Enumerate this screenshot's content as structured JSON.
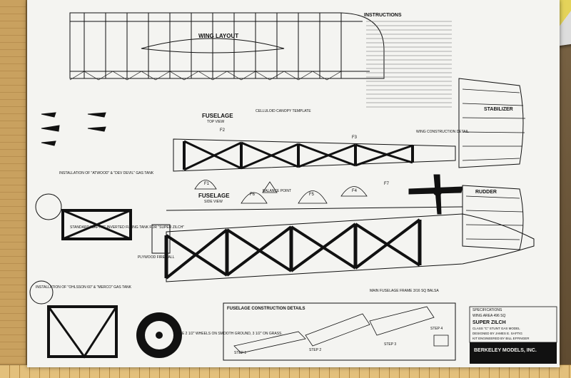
{
  "photo": {
    "colors": {
      "paper": "#f4f4f1",
      "ink": "#111111",
      "ruler": "#c9a15f",
      "table": "#6f5a3c"
    }
  },
  "plan": {
    "title_wing": "WING LAYOUT",
    "title_instructions": "INSTRUCTIONS",
    "title_fuselage_top": "FUSELAGE",
    "subtitle_fuselage_top": "TOP VIEW",
    "title_fuselage_side": "FUSELAGE",
    "subtitle_fuselage_side": "SIDE VIEW",
    "title_stabilizer": "STABILIZER",
    "title_rudder": "RUDDER",
    "title_wing_construction": "WING CONSTRUCTION DETAIL",
    "title_balance": "BALANCE POINT",
    "title_canopy": "CELLULOID CANOPY TEMPLATE",
    "title_construction_details": "FUSELAGE CONSTRUCTION DETAILS",
    "former_labels": [
      "F1",
      "F2",
      "F3",
      "F4",
      "F5",
      "F6",
      "F7"
    ],
    "model_name": "SUPER ZILCH",
    "model_desc": "CLASS \"C\" STUNT GAS MODEL",
    "designer": "DESIGNED BY JAMES E. SAFTIG",
    "engineer": "KIT ENGINEERED BY BILL EFFINGER",
    "brand": "BERKELEY MODELS, INC.",
    "specs": "SPECIFICATIONS",
    "wing_area": "WING AREA 496 SQ",
    "tank_note": "STANDARD \"SAFTIG\" INVERTED FLYING TANK FOR \"SUPER ZILCH\"",
    "wheel_note": "USE 2 1/2\" WHEELS ON SMOOTH GROUND, 3 1/2\" ON GRASS.",
    "firewall": "PLYWOOD FIREWALL",
    "ohlsson": "INSTALLATION OF \"OHLSSON 60\" & \"MERCO\" GAS TANK",
    "dev": "INSTALLATION OF \"ATWOOD\" & \"DEV DEVIL\" GAS TANK",
    "fuel_note": "MAIN FUSELAGE FRAME 3/16 SQ BALSA",
    "step_labels": [
      "STEP 1",
      "STEP 2",
      "STEP 3",
      "STEP 4"
    ]
  }
}
